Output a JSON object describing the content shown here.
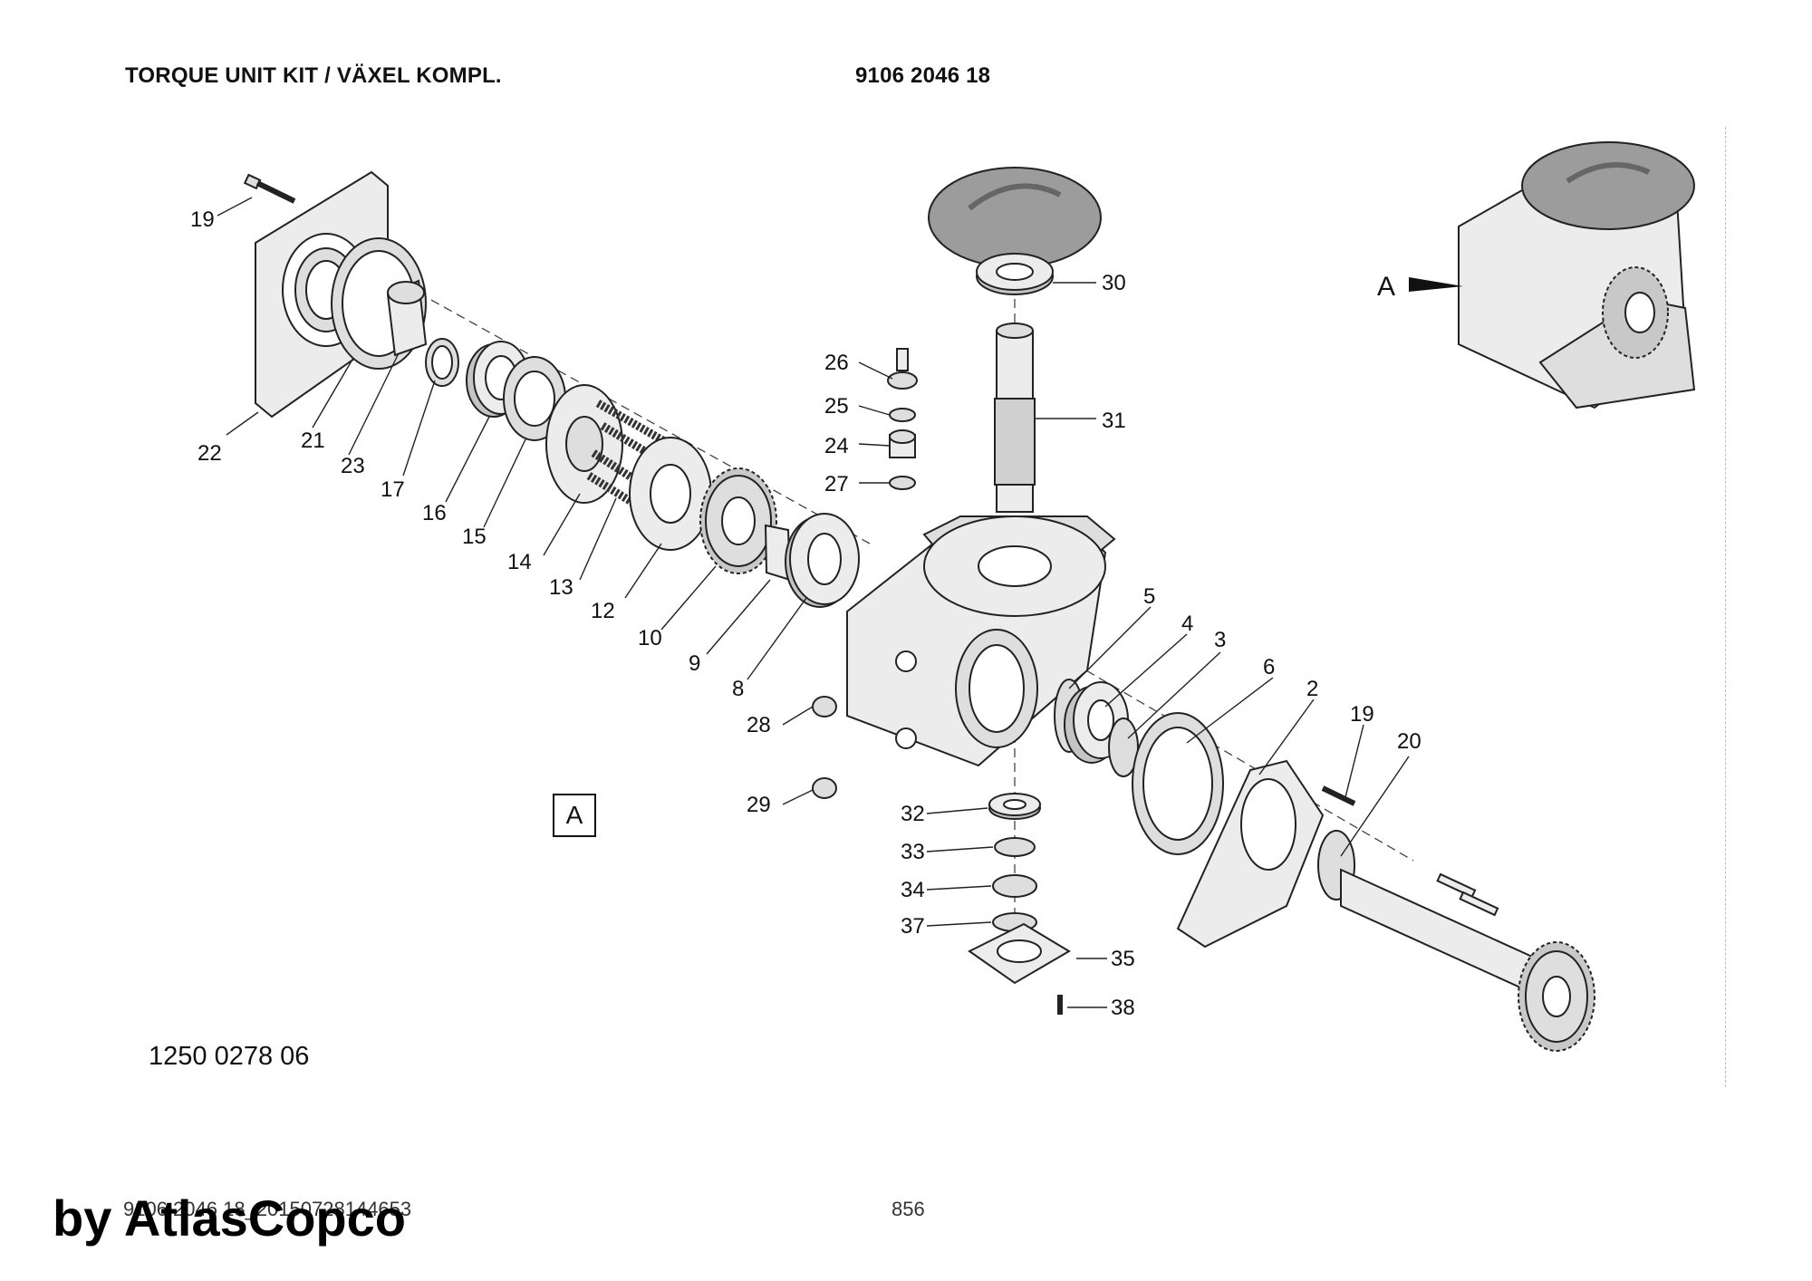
{
  "header": {
    "title": "TORQUE UNIT KIT / VÄXEL KOMPL.",
    "part_number": "9106 2046 18"
  },
  "view_label": "A",
  "inset_arrow_label": "A",
  "drawing_number": "1250 0278 06",
  "footer": {
    "document_id": "9106 2046 18_20150728144653",
    "page_number": "856"
  },
  "brand": "by AtlasCopco",
  "callouts": {
    "c19a": "19",
    "c22": "22",
    "c21": "21",
    "c23": "23",
    "c17": "17",
    "c16": "16",
    "c15": "15",
    "c14": "14",
    "c13": "13",
    "c12": "12",
    "c10": "10",
    "c9": "9",
    "c8": "8",
    "c26": "26",
    "c25": "25",
    "c24": "24",
    "c27": "27",
    "c30": "30",
    "c31": "31",
    "c5": "5",
    "c4": "4",
    "c3": "3",
    "c6": "6",
    "c2": "2",
    "c19b": "19",
    "c20": "20",
    "c28": "28",
    "c29": "29",
    "c32": "32",
    "c33": "33",
    "c34": "34",
    "c37": "37",
    "c35": "35",
    "c38": "38"
  }
}
